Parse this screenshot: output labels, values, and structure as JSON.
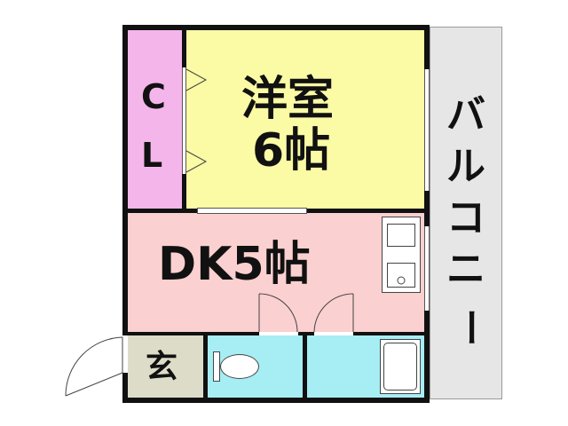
{
  "rooms": {
    "closet": {
      "label_top": "C",
      "label_bottom": "L"
    },
    "western_room": {
      "name": "洋室",
      "size": "6帖"
    },
    "dk": {
      "label": "DK5帖"
    },
    "entrance": {
      "label": "玄"
    },
    "balcony": {
      "chars": [
        "バ",
        "ル",
        "コ",
        "ニ",
        "ー"
      ]
    }
  },
  "colors": {
    "closet": "#f4b6ea",
    "western_room": "#fbfaa5",
    "dk": "#fbd0d0",
    "entrance": "#dcdcc8",
    "toilet": "#a6eef4",
    "bath": "#a6eef4",
    "balcony": "#e6e6e6",
    "wall": "#111111"
  }
}
